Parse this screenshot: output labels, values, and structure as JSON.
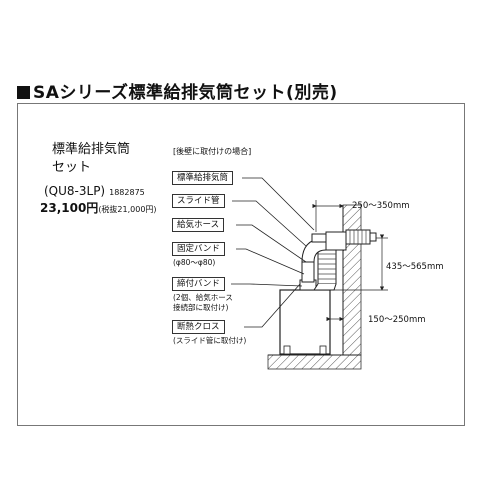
{
  "heading": "SAシリーズ標準給排気筒セット(別売)",
  "product": {
    "name_line1": "標準給排気筒",
    "name_line2": "セット",
    "model": "(QU8-3LP)",
    "code": "1882875",
    "price": "23,100円",
    "price_tax": "(税抜21,000円)"
  },
  "diagram": {
    "note": "[後壁に取付けの場合]",
    "labels": [
      "標準給排気筒",
      "スライド管",
      "給気ホース",
      "固定バンド",
      "締付バンド",
      "断熱クロス"
    ],
    "sublabels": {
      "fixed_band": "(φ80〜φ80)",
      "clamp_band_1": "(2個、給気ホース",
      "clamp_band_2": "接続部に取付け)",
      "insulation": "(スライド管に取付け)"
    },
    "dimensions": {
      "top": "250〜350mm",
      "right": "435〜565mm",
      "bottom": "150〜250mm"
    }
  }
}
